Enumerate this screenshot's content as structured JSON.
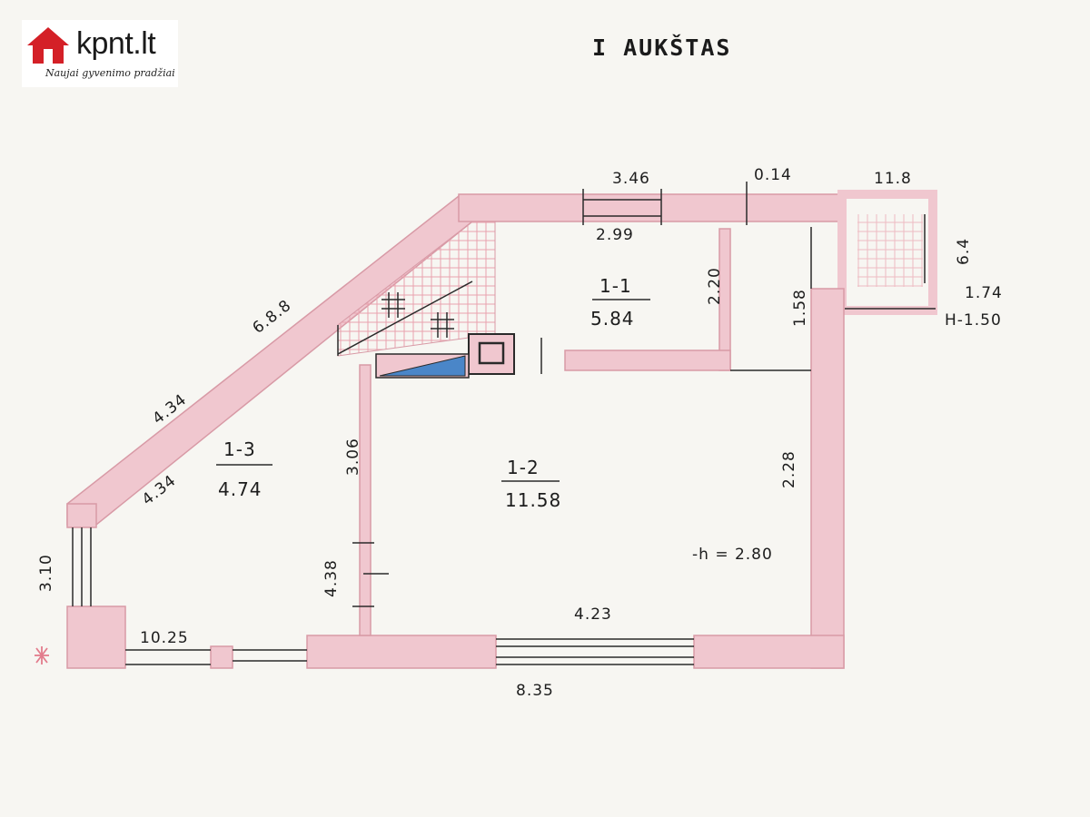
{
  "logo": {
    "brand": "kpnt.lt",
    "slogan": "Naujai gyvenimo pradžiai",
    "brand_color": "#d42027"
  },
  "title": "I AUKŠTAS",
  "colors": {
    "wall_fill": "#f0c7cf",
    "wall_stroke": "#d89aa6",
    "line": "#2a2a2a",
    "blue_fill": "#4a86c8"
  },
  "rooms": [
    {
      "id": "1-1",
      "area": "5.84"
    },
    {
      "id": "1-2",
      "area": "11.58"
    },
    {
      "id": "1-3",
      "area": "4.74"
    }
  ],
  "dimensions": {
    "top_window": "3.46",
    "top_inner": "2.99",
    "wall_thickness": "0.14",
    "balcony_width": "11.8",
    "balcony_small": "6.4",
    "balcony_depth": "1.74",
    "balcony_level": "H-1.50",
    "diagonal_outer": "6.8.8",
    "diagonal_mid": "4.34",
    "diagonal_inner": "4.34",
    "room11_depth": "2.20",
    "corridor": "1.58",
    "right_inner": "2.28",
    "partition_upper": "3.06",
    "partition_lower": "4.38",
    "left_side": "3.10",
    "bottom_left": "10.25",
    "inner_bottom": "4.23",
    "outer_bottom": "8.35",
    "ceiling_height": "-h = 2.80"
  }
}
